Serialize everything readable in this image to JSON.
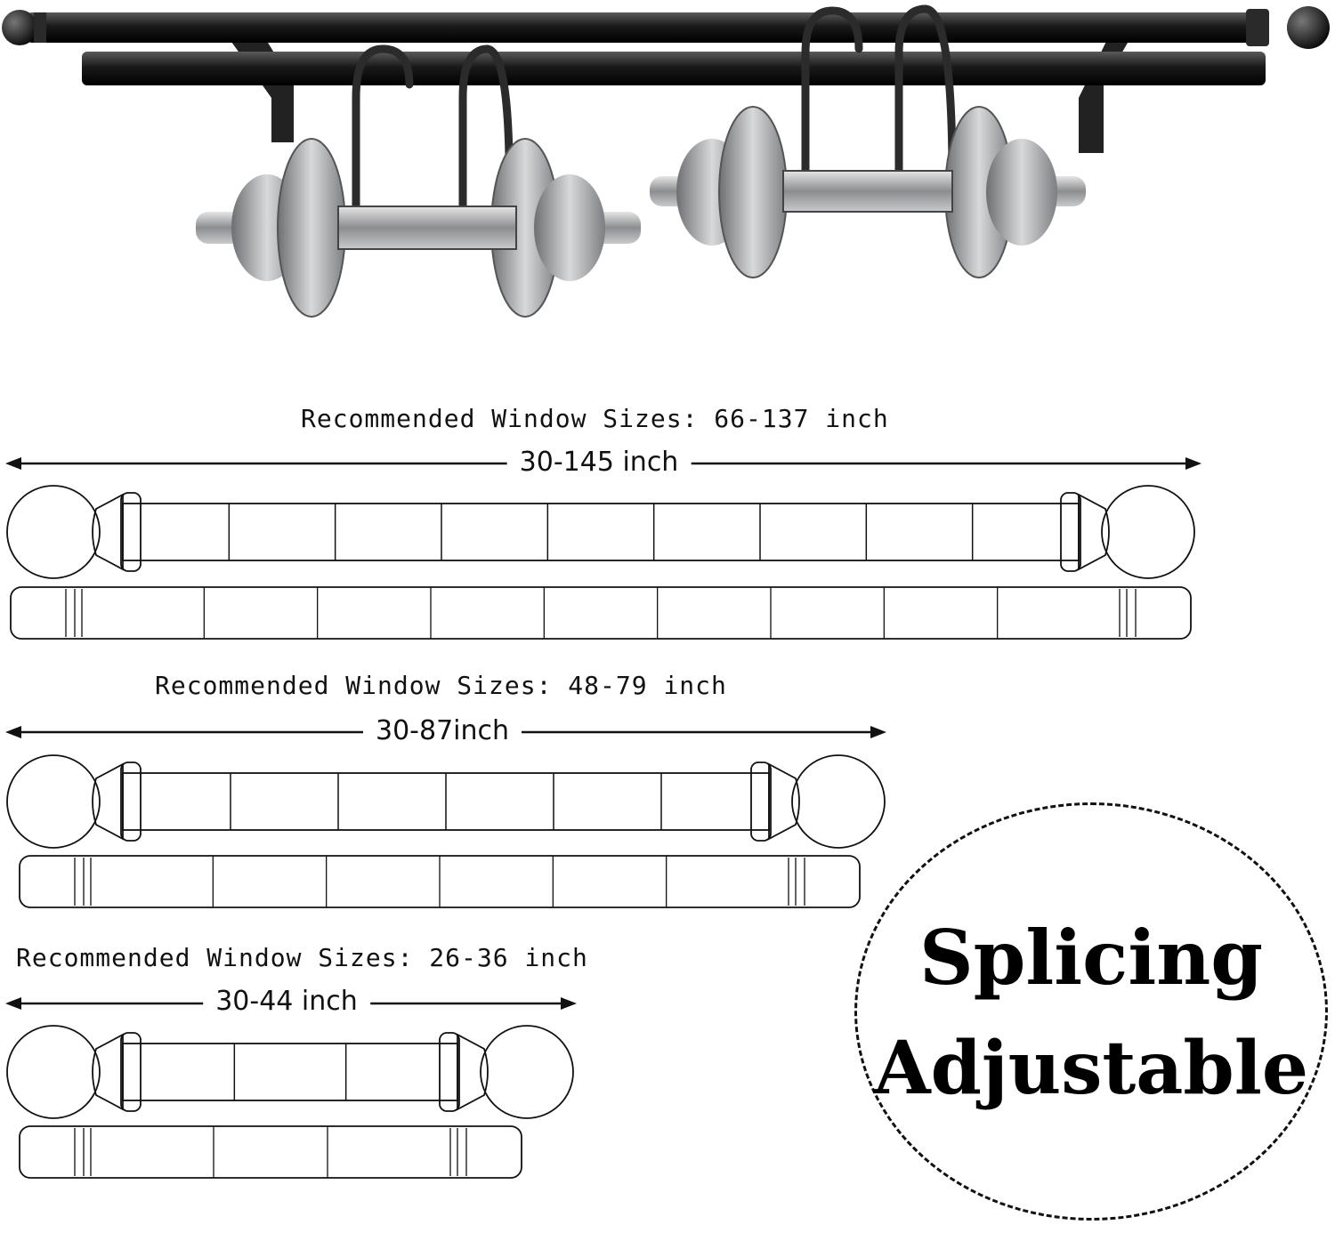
{
  "colors": {
    "rod": "#1c1c1c",
    "steel": "#a9abae",
    "outline": "#111111"
  },
  "rods": [
    {
      "recommended": "Recommended Window Sizes: 66-137 inch",
      "length": "30-145 inch"
    },
    {
      "recommended": "Recommended Window Sizes: 48-79 inch",
      "length": "30-87inch"
    },
    {
      "recommended": "Recommended Window Sizes: 26-36 inch",
      "length": "30-44 inch"
    }
  ],
  "badge": {
    "line1": "Splicing",
    "line2": "Adjustable"
  }
}
